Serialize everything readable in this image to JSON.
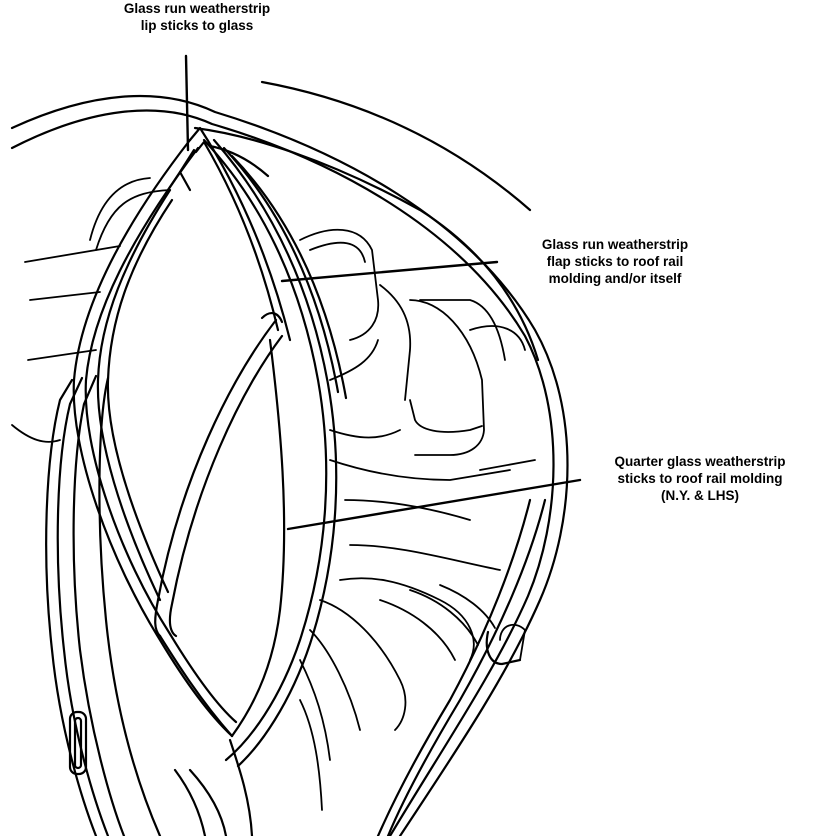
{
  "figure": {
    "callouts": {
      "glass_run_lip": {
        "lines": [
          "Glass run weatherstrip",
          "lip sticks to glass"
        ]
      },
      "glass_run_flap": {
        "lines": [
          "Glass run weatherstrip",
          "flap sticks to roof rail",
          "molding and/or itself"
        ]
      },
      "quarter_glass": {
        "lines": [
          "Quarter glass weatherstrip",
          "sticks to roof rail molding",
          "(N.Y. & LHS)"
        ]
      }
    },
    "colors": {
      "ink": "#000000",
      "paper": "#ffffff"
    }
  }
}
